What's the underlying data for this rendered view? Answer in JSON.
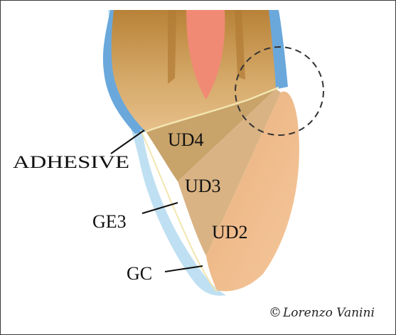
{
  "labels": {
    "adhesive": "ADHESIVE",
    "ud4": "UD4",
    "ud3": "UD3",
    "ge3": "GE3",
    "ud2": "UD2",
    "gc": "GC"
  },
  "credit": {
    "symbol": "©",
    "text": "Lorenzo Vanini"
  },
  "colors": {
    "enamel_blue": "#6aa8dc",
    "glass_light_blue": "#bfe0f2",
    "dentin_gold": "#c99a55",
    "pulp": "#f08a74",
    "ud4": "#c8a36a",
    "ud3": "#d9b384",
    "ud2": "#f0b98c",
    "adhesive_line": "#f3e6b0"
  }
}
